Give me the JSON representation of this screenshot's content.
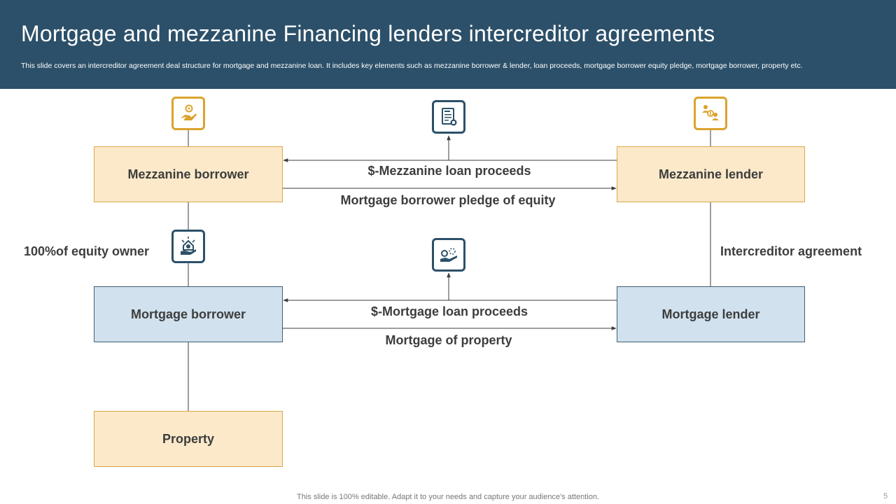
{
  "header": {
    "title": "Mortgage and mezzanine Financing lenders intercreditor agreements",
    "subtitle": "This slide covers an intercreditor agreement deal structure for mortgage and mezzanine loan. It includes key elements such as mezzanine borrower & lender, loan proceeds, mortgage borrower equity pledge, mortgage borrower, property etc."
  },
  "nodes": {
    "mezzanine_borrower": "Mezzanine borrower",
    "mezzanine_lender": "Mezzanine lender",
    "mortgage_borrower": "Mortgage borrower",
    "mortgage_lender": "Mortgage lender",
    "property": "Property"
  },
  "edges": {
    "mezz_loan_proceeds": "$-Mezzanine loan proceeds",
    "pledge_of_equity": "Mortgage borrower pledge of equity",
    "equity_owner": "100%of equity owner",
    "intercreditor": "Intercreditor agreement",
    "mortgage_loan_proceeds": "$-Mortgage loan proceeds",
    "mortgage_of_property": "Mortgage of property"
  },
  "icons": {
    "mezz_borrower": "hand-gear-money-icon",
    "mezz_loan": "loan-document-icon",
    "mezz_lender": "people-money-exchange-icon",
    "equity_owner": "house-hand-dollar-icon",
    "mortgage_loan": "money-hand-growth-icon"
  },
  "colors": {
    "header": "#2c5069",
    "tan_fill": "#fbe9c9",
    "tan_border": "#dca84d",
    "blue_fill": "#d1e1ee",
    "blue_border": "#3f5f75",
    "gold_icon": "#dba32d"
  },
  "footer": {
    "note": "This slide is 100% editable. Adapt it to your needs and capture your audience's attention.",
    "page": "5"
  }
}
